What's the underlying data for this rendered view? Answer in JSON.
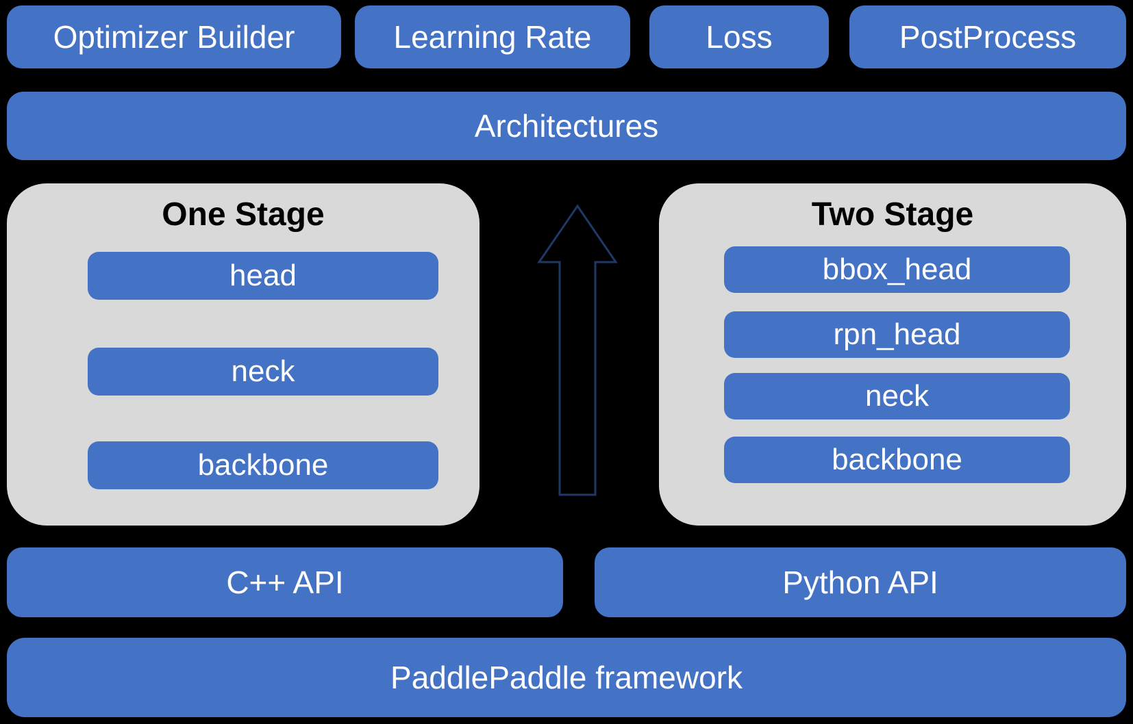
{
  "colors": {
    "background": "#000000",
    "box_blue": "#4472C4",
    "container_gray": "#D9D9D9",
    "arrow_stroke": "#1F3864",
    "text_on_blue": "#FFFFFF",
    "text_on_gray": "#000000"
  },
  "top_row": [
    "Optimizer Builder",
    "Learning Rate",
    "Loss",
    "PostProcess"
  ],
  "architectures": "Architectures",
  "one_stage": {
    "title": "One Stage",
    "items": [
      "head",
      "neck",
      "backbone"
    ]
  },
  "two_stage": {
    "title": "Two Stage",
    "items": [
      "bbox_head",
      "rpn_head",
      "neck",
      "backbone"
    ]
  },
  "arrow": {
    "direction": "up"
  },
  "api_row": {
    "cpp": "C++ API",
    "python": "Python API"
  },
  "framework": "PaddlePaddle framework"
}
